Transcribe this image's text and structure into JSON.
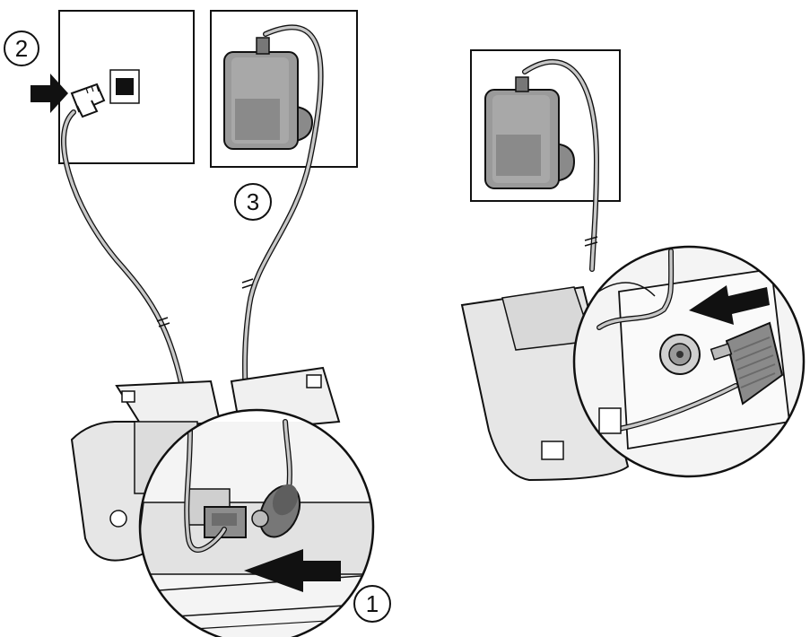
{
  "steps": [
    {
      "id": "step-1",
      "label": "1"
    },
    {
      "id": "step-2",
      "label": "2"
    },
    {
      "id": "step-3",
      "label": "3"
    }
  ],
  "colors": {
    "outline": "#111111",
    "cable": "#c8c8c8",
    "adapter": "#9a9a9a",
    "adapter_dark": "#7d7d7d",
    "base": "#e4e4e4",
    "arrow": "#111111",
    "background": "#ffffff"
  },
  "icons": [
    "wall-plate-icon",
    "phone-jack-icon",
    "rj11-plug-icon",
    "power-adapter-icon",
    "push-arrow-icon",
    "base-station-icon",
    "magnified-detail-icon",
    "dc-plug-icon"
  ]
}
